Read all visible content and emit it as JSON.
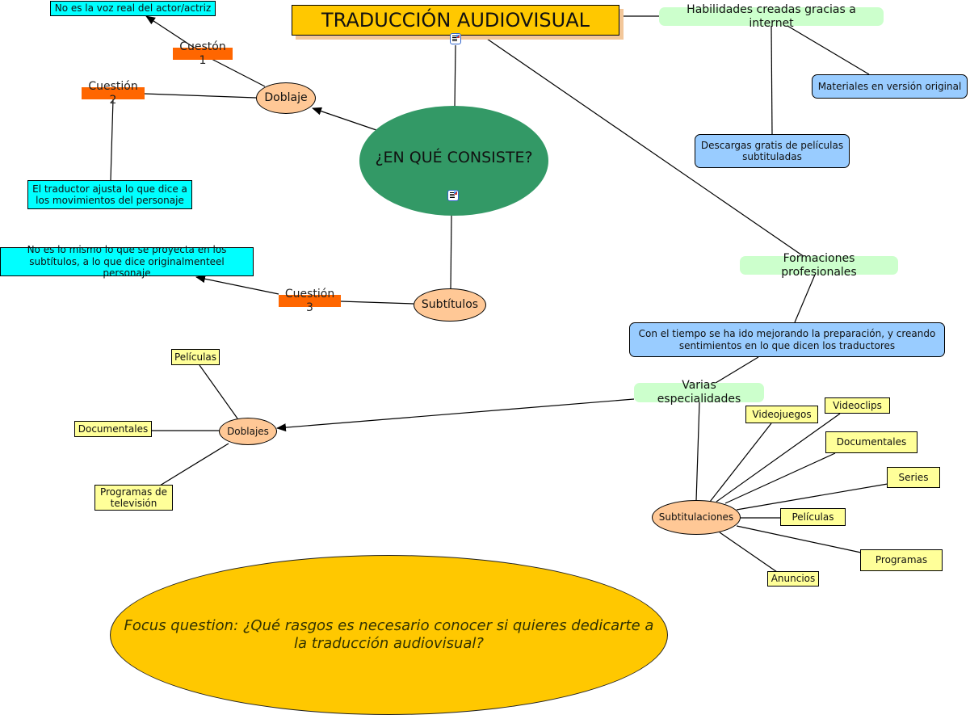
{
  "map": {
    "title": "TRADUCCIÓN AUDIOVISUAL",
    "center": "¿EN QUÉ CONSISTE?",
    "doblaje": "Doblaje",
    "cuestion1": "Cuestón 1",
    "cuestion2": "Cuestión 2",
    "cuestion3": "Cuestión 3",
    "voz_real": "No es la voz real del actor/actriz",
    "ajusta": "El traductor ajusta lo que dice a los movimientos del personaje",
    "subtitulos": "Subtítulos",
    "no_es_mismo": "No es lo mismo lo que se proyecta en los subtítulos, a lo que dice originalmenteel personaje",
    "habilidades": "Habilidades creadas gracias a internet",
    "materiales": "Materiales en versión original",
    "descargas": "Descargas gratis de películas subtituladas",
    "formaciones": "Formaciones profesionales",
    "con_tiempo": "Con el tiempo se ha ido mejorando la preparación, y creando sentimientos en lo que dicen los traductores",
    "varias": "Varias especialidades",
    "doblajes": {
      "label": "Doblajes",
      "items": [
        "Películas",
        "Documentales",
        "Programas de televisión"
      ]
    },
    "subtitulaciones": {
      "label": "Subtitulaciones",
      "items": [
        "Videojuegos",
        "Videoclips",
        "Documentales",
        "Series",
        "Películas",
        "Programas",
        "Anuncios"
      ]
    },
    "focus_question": "Focus question: ¿Qué rasgos es necesario conocer si quieres dedicarte a la traducción audiovisual?"
  },
  "icons": {
    "resource": "resource-document-icon"
  },
  "colors": {
    "title_fill": "#ffc800",
    "center_fill": "#339966",
    "peach_fill": "#ffc896",
    "cyan_fill": "#00ffff",
    "orange_fill": "#ff6600",
    "lime_fill": "#ccffcc",
    "blue_fill": "#99ccff",
    "yellow_fill": "#ffff99"
  }
}
